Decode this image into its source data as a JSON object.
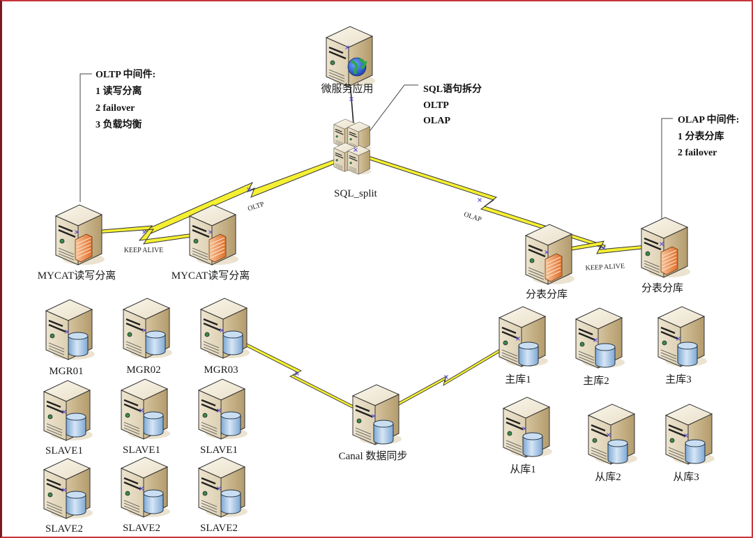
{
  "diagram": {
    "type": "network-architecture",
    "nodes": {
      "app": {
        "label": "微服务应用",
        "icon": "server-globe-icon"
      },
      "sql_split": {
        "label": "SQL_split",
        "icon": "server-cluster-icon"
      },
      "mycat1": {
        "label": "MYCAT读写分离",
        "icon": "server-firewall-icon"
      },
      "mycat2": {
        "label": "MYCAT读写分离",
        "icon": "server-firewall-icon"
      },
      "shard1": {
        "label": "分表分库",
        "icon": "server-firewall-icon"
      },
      "shard2": {
        "label": "分表分库",
        "icon": "server-firewall-icon"
      },
      "canal": {
        "label": "Canal 数据同步",
        "icon": "database-server-icon"
      },
      "mgr_group": [
        {
          "label": "MGR01"
        },
        {
          "label": "MGR02"
        },
        {
          "label": "MGR03"
        },
        {
          "label": "SLAVE1"
        },
        {
          "label": "SLAVE1"
        },
        {
          "label": "SLAVE1"
        },
        {
          "label": "SLAVE2"
        },
        {
          "label": "SLAVE2"
        },
        {
          "label": "SLAVE2"
        }
      ],
      "master_group": [
        {
          "label": "主库1"
        },
        {
          "label": "主库2"
        },
        {
          "label": "主库3"
        }
      ],
      "slave_group": [
        {
          "label": "从库1"
        },
        {
          "label": "从库2"
        },
        {
          "label": "从库3"
        }
      ]
    },
    "links": [
      {
        "from": "app",
        "to": "sql_split",
        "style": "line"
      },
      {
        "from": "sql_split",
        "to": "mycat",
        "style": "lightning",
        "label": "OLTP"
      },
      {
        "from": "sql_split",
        "to": "shard",
        "style": "lightning",
        "label": "OLAP"
      },
      {
        "from": "mycat1",
        "to": "mycat2",
        "style": "lightning",
        "label": "KEEP ALIVE"
      },
      {
        "from": "shard1",
        "to": "shard2",
        "style": "lightning",
        "label": "KEEP ALIVE"
      },
      {
        "from": "mgr03",
        "to": "canal",
        "style": "lightning"
      },
      {
        "from": "canal",
        "to": "master1",
        "style": "lightning"
      }
    ],
    "annotations": {
      "sql_split_note": [
        "SQL语句拆分",
        "OLTP",
        "OLAP"
      ],
      "oltp_note": [
        "OLTP 中间件:",
        "1 读写分离",
        "2 failover",
        "3 负载均衡"
      ],
      "olap_note": [
        "OLAP 中间件:",
        "1 分表分库",
        "2 failover"
      ]
    },
    "colors": {
      "frame_border": "#c8343a",
      "frame_left": "#7a1a1f",
      "lightning_fill": "#f5f032",
      "server_body": "#e7dcc3",
      "server_side": "#c9b48a",
      "db_cylinder": "#a9c8e8",
      "firewall": "#e98a4a"
    }
  }
}
